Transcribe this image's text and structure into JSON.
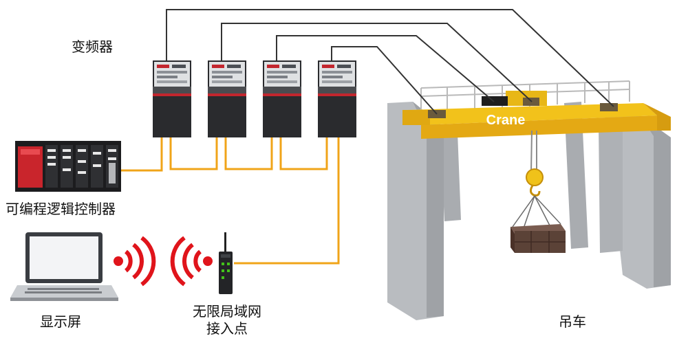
{
  "labels": {
    "inverter": "变频器",
    "plc": "可编程逻辑控制器",
    "display": "显示屏",
    "wlan_line1": "无限局域网",
    "wlan_line2": "接入点",
    "crane_caption": "吊车",
    "crane_beam_text": "Crane"
  },
  "colors": {
    "cable": "#f0a419",
    "signal_wire": "#333333",
    "crane_yellow": "#f2c21b",
    "column_gray": "#b9bcc0",
    "column_dark": "#9a9da1",
    "wifi_red": "#e0141b",
    "cabinet_dark": "#2a2b2e",
    "cargo_brown": "#5b4237"
  },
  "icons": {
    "inverter": "inverter-cabinet-icon",
    "plc": "plc-rack-icon",
    "display": "laptop-icon",
    "wlan": "wireless-access-point-icon",
    "signal": "wifi-signal-icon",
    "crane": "overhead-crane-icon"
  }
}
